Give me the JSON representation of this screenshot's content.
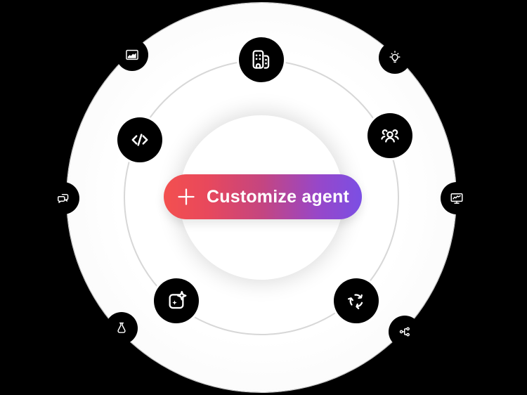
{
  "center_button": {
    "label": "Customize agent",
    "icon": "plus-icon",
    "gradient_start": "#F3504F",
    "gradient_mid": "#C44581",
    "gradient_end": "#7B4FE4",
    "text_color": "#FFFFFF"
  },
  "rings": {
    "background_color": "#000000",
    "outer_circle_fill": "#FFFFFF",
    "middle_ring_stroke": "#D7D7D7",
    "inner_circle_fill": "#FFFFFF",
    "chip_color": "#000000",
    "icon_color": "#FFFFFF"
  },
  "inner_ring_icons": [
    {
      "name": "buildings-icon",
      "position": "top"
    },
    {
      "name": "code-icon",
      "position": "upper-left"
    },
    {
      "name": "users-icon",
      "position": "upper-right"
    },
    {
      "name": "sparkle-edit-icon",
      "position": "lower-left"
    },
    {
      "name": "sync-icon",
      "position": "lower-right"
    }
  ],
  "outer_ring_icons": [
    {
      "name": "area-chart-icon",
      "position": "top-left"
    },
    {
      "name": "lightbulb-icon",
      "position": "top-right"
    },
    {
      "name": "chat-icon",
      "position": "left"
    },
    {
      "name": "monitor-chart-icon",
      "position": "right"
    },
    {
      "name": "flask-icon",
      "position": "bottom-left"
    },
    {
      "name": "share-icon",
      "position": "bottom-right"
    }
  ]
}
